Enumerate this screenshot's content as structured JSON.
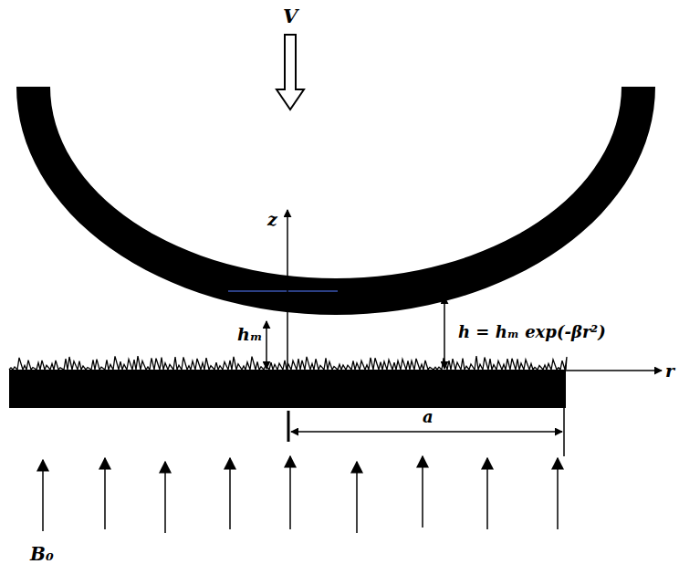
{
  "diagram": {
    "labels": [
      "V",
      "z",
      "hₘ",
      "h = hₘ exp(-βr²)",
      "r",
      "a",
      "B₀"
    ]
  }
}
